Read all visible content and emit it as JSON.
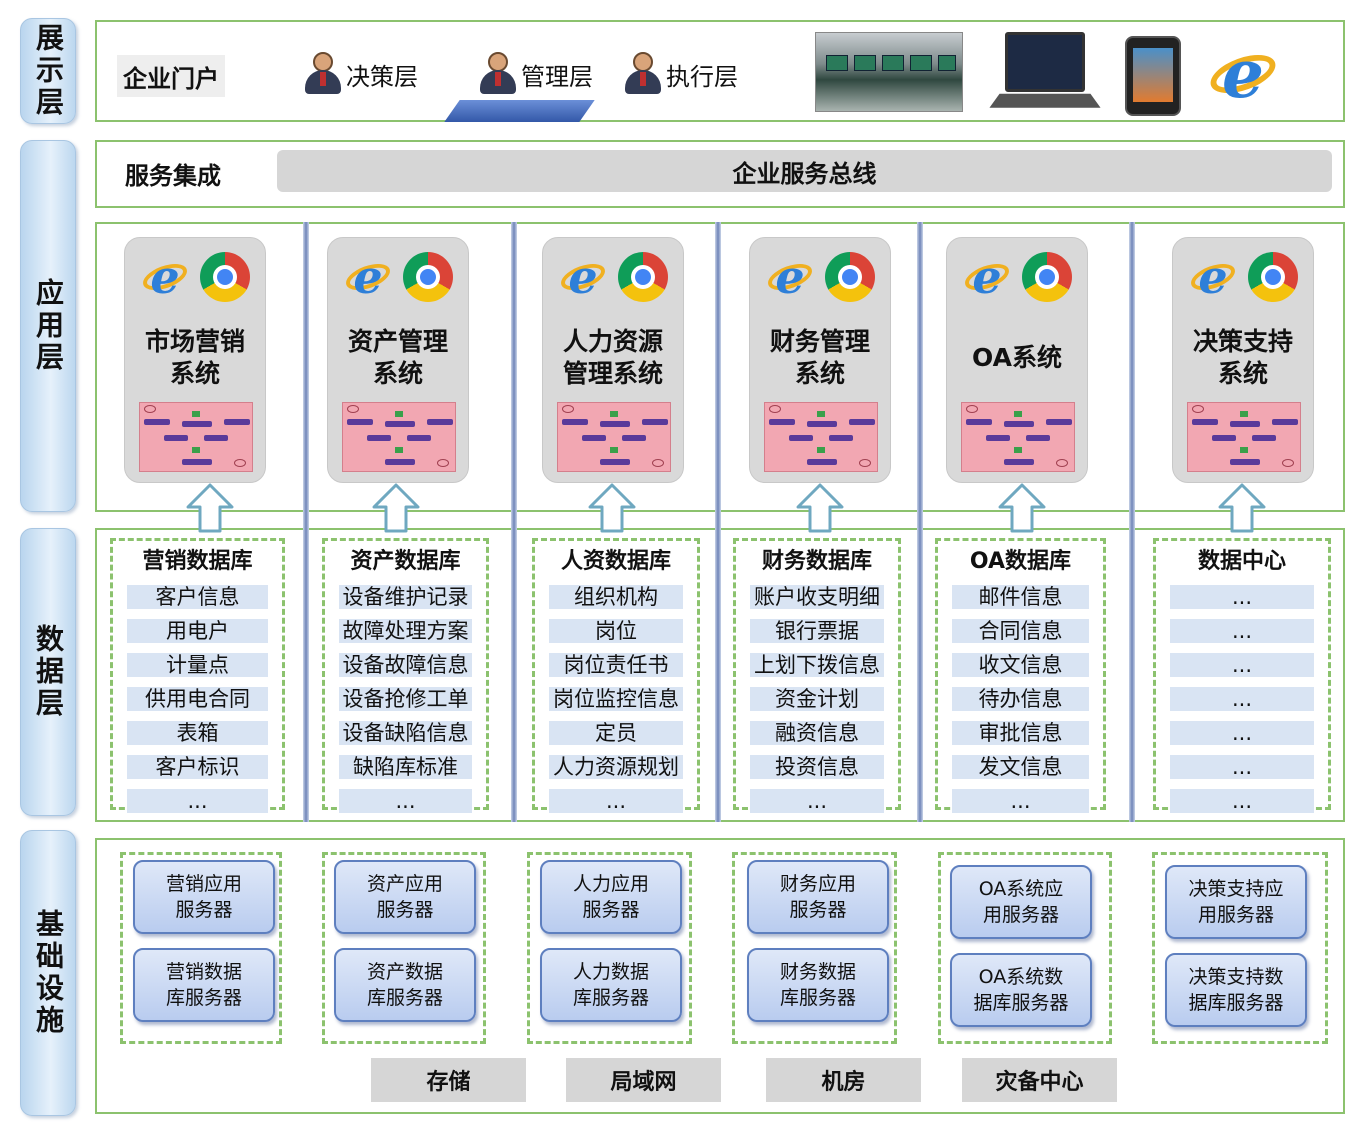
{
  "layers": {
    "presentation": "展示层",
    "application": "应用层",
    "data": "数据层",
    "infrastructure": "基础设施"
  },
  "presentation": {
    "portal": "企业门户",
    "users": [
      "决策层",
      "管理层",
      "执行层"
    ],
    "devices": [
      "monitor-room-image",
      "laptop-icon",
      "phone-icon",
      "ie-icon"
    ]
  },
  "service": {
    "label": "服务集成",
    "bus": "企业服务总线"
  },
  "apps": [
    {
      "line1": "市场营销",
      "line2": "系统"
    },
    {
      "line1": "资产管理",
      "line2": "系统"
    },
    {
      "line1": "人力资源",
      "line2": "管理系统"
    },
    {
      "line1": "财务管理",
      "line2": "系统"
    },
    {
      "line1": "OA系统",
      "line2": ""
    },
    {
      "line1": "决策支持",
      "line2": "系统"
    }
  ],
  "databases": [
    {
      "title": "营销数据库",
      "items": [
        "客户信息",
        "用电户",
        "计量点",
        "供用电合同",
        "表箱",
        "客户标识",
        "..."
      ]
    },
    {
      "title": "资产数据库",
      "items": [
        "设备维护记录",
        "故障处理方案",
        "设备故障信息",
        "设备抢修工单",
        "设备缺陷信息",
        "缺陷库标准",
        "..."
      ]
    },
    {
      "title": "人资数据库",
      "items": [
        "组织机构",
        "岗位",
        "岗位责任书",
        "岗位监控信息",
        "定员",
        "人力资源规划",
        "..."
      ]
    },
    {
      "title": "财务数据库",
      "items": [
        "账户收支明细",
        "银行票据",
        "上划下拨信息",
        "资金计划",
        "融资信息",
        "投资信息",
        "..."
      ]
    },
    {
      "title": "OA数据库",
      "items": [
        "邮件信息",
        "合同信息",
        "收文信息",
        "待办信息",
        "审批信息",
        "发文信息",
        "..."
      ]
    },
    {
      "title": "数据中心",
      "items": [
        "...",
        "...",
        "...",
        "...",
        "...",
        "...",
        "..."
      ]
    }
  ],
  "servers": [
    {
      "app": [
        "营销应用",
        "服务器"
      ],
      "db": [
        "营销数据",
        "库服务器"
      ]
    },
    {
      "app": [
        "资产应用",
        "服务器"
      ],
      "db": [
        "资产数据",
        "库服务器"
      ]
    },
    {
      "app": [
        "人力应用",
        "服务器"
      ],
      "db": [
        "人力数据",
        "库服务器"
      ]
    },
    {
      "app": [
        "财务应用",
        "服务器"
      ],
      "db": [
        "财务数据",
        "库服务器"
      ]
    },
    {
      "app": [
        "OA系统应",
        "用服务器"
      ],
      "db": [
        "OA系统数",
        "据库服务器"
      ]
    },
    {
      "app": [
        "决策支持应",
        "用服务器"
      ],
      "db": [
        "决策支持数",
        "据库服务器"
      ]
    }
  ],
  "infrastructure": [
    "存储",
    "局域网",
    "机房",
    "灾备中心"
  ],
  "colors": {
    "frame_green": "#8cc26e",
    "db_item_blue": "#d9e4f3",
    "server_blue": "#b9ccef",
    "gray_bar": "#d6d6d6"
  }
}
